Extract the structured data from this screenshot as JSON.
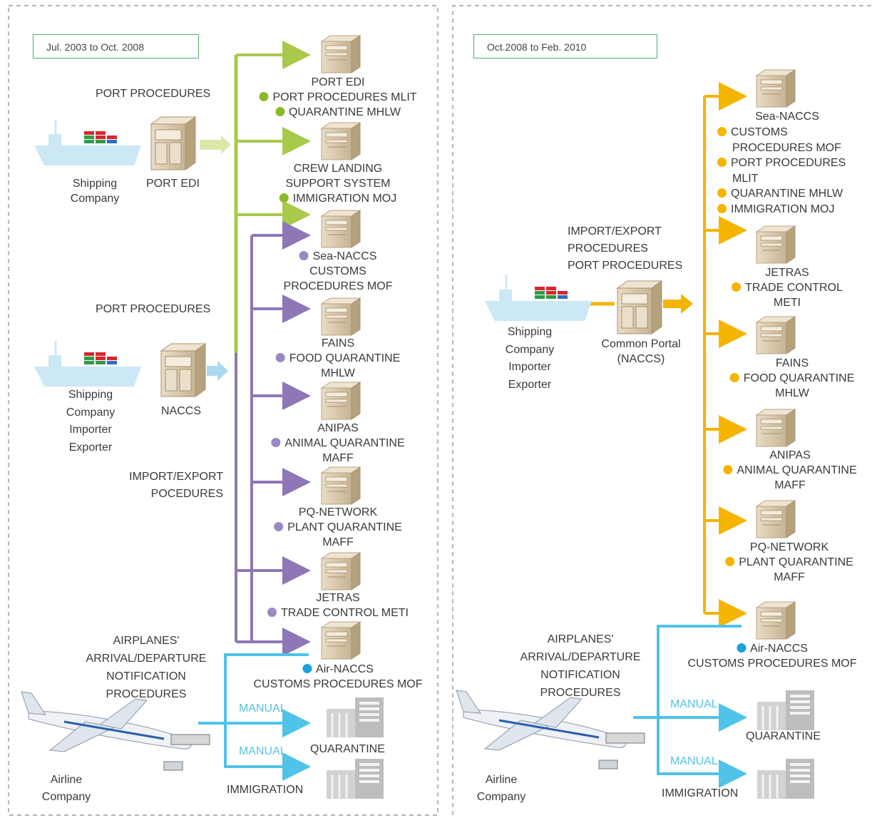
{
  "colors": {
    "port_edi": "#a9c94b",
    "naccs": "#8d77b6",
    "common_portal": "#f5b400",
    "air": "#4fc3e8"
  },
  "left": {
    "period": "Jul. 2003 to Oct. 2008",
    "port_procedures_1": "PORT PROCEDURES",
    "port_procedures_2": "PORT PROCEDURES",
    "import_export": [
      "IMPORT/EXPORT",
      "POCEDURES"
    ],
    "sender1": [
      "Shipping",
      "Company"
    ],
    "sender1_system": "PORT EDI",
    "sender2": [
      "Shipping",
      "Company",
      "Importer",
      "Exporter"
    ],
    "sender2_system": "NACCS",
    "air_notice": [
      "AIRPLANES'",
      "ARRIVAL/DEPARTURE",
      "NOTIFICATION",
      "PROCEDURES"
    ],
    "airline": [
      "Airline",
      "Company"
    ],
    "manual_1": "MANUAL",
    "manual_2": "MANUAL",
    "quarantine": "QUARANTINE",
    "immigration": "IMMIGRATION",
    "systems": [
      {
        "name": "PORT EDI",
        "items": [
          "PORT PROCEDURES MLIT",
          "QUARANTINE MHLW"
        ]
      },
      {
        "name": "CREW LANDING",
        "name2": "SUPPORT SYSTEM",
        "items": [
          "IMMIGRATION MOJ"
        ]
      },
      {
        "item": "Sea-NACCS",
        "lines": [
          "CUSTOMS",
          "PROCEDURES MOF"
        ]
      },
      {
        "name": "FAINS",
        "item": "FOOD QUARANTINE",
        "line": "MHLW"
      },
      {
        "name": "ANIPAS",
        "item": "ANIMAL QUARANTINE",
        "line": "MAFF"
      },
      {
        "name": "PQ-NETWORK",
        "item": "PLANT QUARANTINE",
        "line": "MAFF"
      },
      {
        "name": "JETRAS",
        "item": "TRADE CONTROL METI"
      },
      {
        "item": "Air-NACCS",
        "line": "CUSTOMS PROCEDURES MOF"
      }
    ]
  },
  "right": {
    "period": "Oct.2008 to Feb. 2010",
    "procedures": [
      "IMPORT/EXPORT",
      "PROCEDURES",
      "PORT PROCEDURES"
    ],
    "sender": [
      "Shipping",
      "Company",
      "Importer",
      "Exporter"
    ],
    "portal": [
      "Common Portal",
      "(NACCS)"
    ],
    "air_notice": [
      "AIRPLANES'",
      "ARRIVAL/DEPARTURE",
      "NOTIFICATION",
      "PROCEDURES"
    ],
    "airline": [
      "Airline",
      "Company"
    ],
    "manual_1": "MANUAL",
    "manual_2": "MANUAL",
    "quarantine": "QUARANTINE",
    "immigration": "IMMIGRATION",
    "systems": [
      {
        "name": "Sea-NACCS",
        "items": [
          "CUSTOMS",
          "PORT PROCEDURES",
          "QUARANTINE MHLW",
          "IMMIGRATION MOJ"
        ],
        "cont": [
          "PROCEDURES MOF",
          "MLIT"
        ]
      },
      {
        "name": "JETRAS",
        "item": "TRADE CONTROL",
        "line": "METI"
      },
      {
        "name": "FAINS",
        "item": "FOOD QUARANTINE",
        "line": "MHLW"
      },
      {
        "name": "ANIPAS",
        "item": "ANIMAL QUARANTINE",
        "line": "MAFF"
      },
      {
        "name": "PQ-NETWORK",
        "item": "PLANT QUARANTINE",
        "line": "MAFF"
      },
      {
        "item": "Air-NACCS",
        "line": "CUSTOMS PROCEDURES MOF"
      }
    ]
  }
}
